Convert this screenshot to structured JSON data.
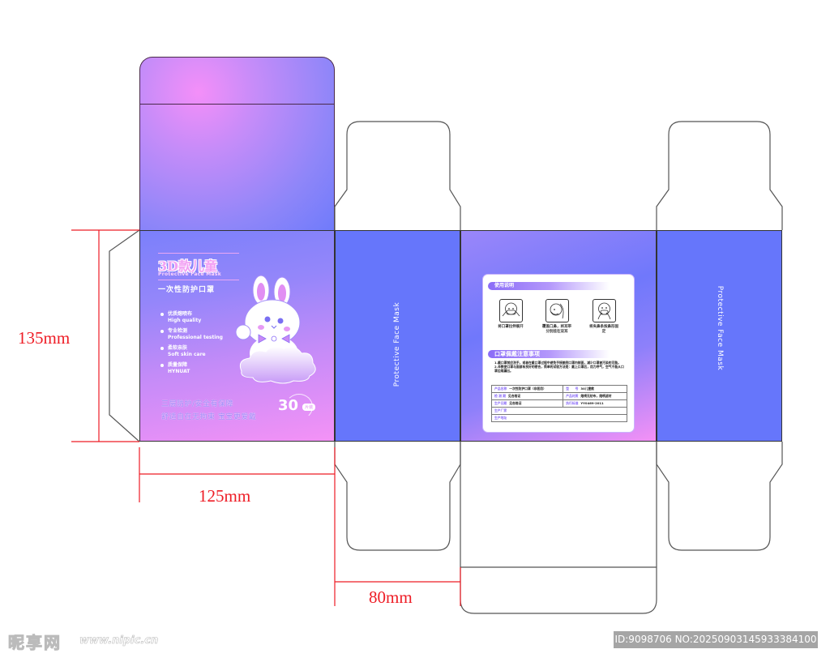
{
  "dimensions": {
    "height_label": "135mm",
    "width_label": "125mm",
    "depth_label": "80mm",
    "line_color": "#ee1c25"
  },
  "colors": {
    "side_panel": "#6676fb",
    "pink": "#f492f6",
    "purple": "#8a6cf7",
    "dieline": "#333333"
  },
  "front": {
    "brand_title": "3D款儿童",
    "brand_subtitle": "Protective Face Mask",
    "product_name": "一次性防护口罩",
    "features": [
      {
        "cn": "优质熔喷布",
        "en": "High quality"
      },
      {
        "cn": "专业检测",
        "en": "Professional testing"
      },
      {
        "cn": "柔软亲肤",
        "en": "Soft skin care"
      },
      {
        "cn": "质量保障",
        "en": "HYNUAT"
      }
    ],
    "slogans": [
      "三层防护/安全有保障",
      "舒适自在无拘束 宝宝更爱戴"
    ],
    "count": "30",
    "count_unit_en": "pcs",
    "count_unit": "片装"
  },
  "side_left": {
    "text": "Protective Face Mask"
  },
  "side_right": {
    "text": "Protective Face Mask"
  },
  "back": {
    "usage_header": "使用说明",
    "usage_steps": [
      {
        "caption": "将口罩拉伸展开",
        "icon": "child-stretching-mask-icon"
      },
      {
        "caption": "覆盖口鼻，将耳带分别挂在双耳",
        "icon": "child-wearing-mask-side-icon"
      },
      {
        "caption": "将夹鼻条按鼻形固定",
        "icon": "child-adjusting-nose-clip-icon"
      }
    ],
    "notes_header": "口罩佩戴注意事项",
    "notes": [
      "1.戴口罩前应洗手，或者在戴口罩过程中避免手接触到口罩内侧面，减少口罩被污染的可能。",
      "2.辛数使口罩与面部有良好的密合，简单的试验方法是：戴上口罩后，用力呼气，空气不能从口罩边缘漏出。"
    ],
    "spec_table": [
      [
        {
          "k": "产品名称",
          "v": "一次性防护口罩（非医用）"
        },
        {
          "k": "型　　号",
          "v": "30儿童款"
        }
      ],
      [
        {
          "k": "检 测 期",
          "v": "见合格证"
        },
        {
          "k": "产品材质",
          "v": "熔喷无纺布，熔喷滤材"
        }
      ],
      [
        {
          "k": "生产日期",
          "v": "见合格证"
        },
        {
          "k": "执行标准",
          "v": "YY0469-2011"
        }
      ],
      [
        {
          "k": "生产厂家",
          "v": ""
        }
      ],
      [
        {
          "k": "生产地址",
          "v": ""
        }
      ]
    ]
  },
  "watermark": {
    "logo": "昵享网",
    "url": "www.nipic.cn",
    "id_text": "ID:9098706 NO:20250903145933384100"
  }
}
